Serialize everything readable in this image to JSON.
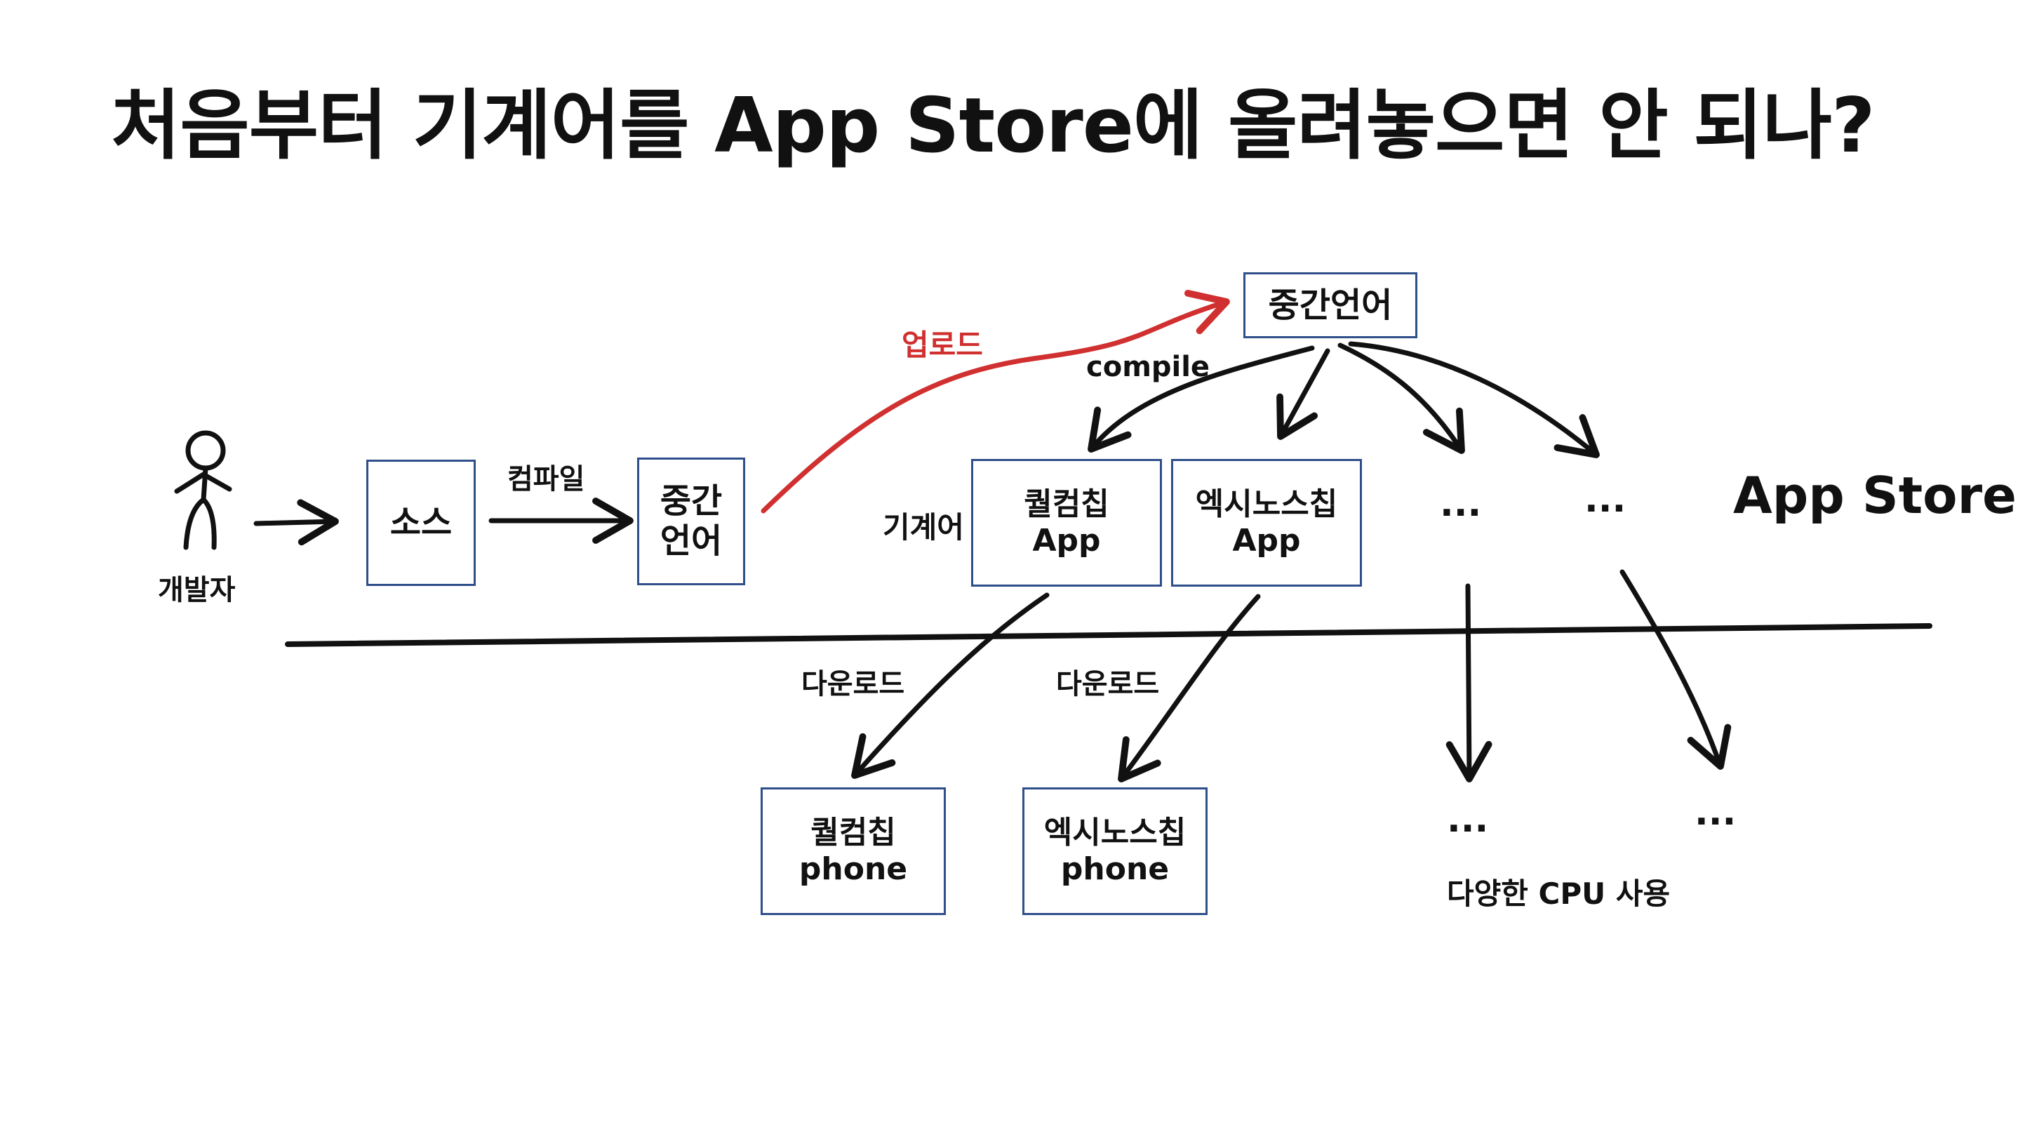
{
  "title": "처음부터 기계어를 App Store에 올려놓으면 안 되나?",
  "developer": {
    "label": "개발자"
  },
  "source_box": {
    "label": "소스"
  },
  "compile_label": "컴파일",
  "intermediate_box": {
    "line1": "중간",
    "line2": "언어"
  },
  "upload_label": "업로드",
  "store_intermediate_box": {
    "label": "중간언어"
  },
  "store_compile_label": "compile",
  "machine_code_label": "기계어",
  "app_boxes": [
    {
      "line1": "퀄컴칩",
      "line2": "App"
    },
    {
      "line1": "엑시노스칩",
      "line2": "App"
    }
  ],
  "ellipsis_top": [
    "...",
    "..."
  ],
  "app_store_label": "App Store",
  "download_labels": [
    "다운로드",
    "다운로드"
  ],
  "phone_boxes": [
    {
      "line1": "퀄컴칩",
      "line2": "phone"
    },
    {
      "line1": "엑시노스칩",
      "line2": "phone"
    }
  ],
  "ellipsis_bottom": [
    "...",
    "..."
  ],
  "various_cpu_label": "다양한 CPU 사용",
  "colors": {
    "box_border": "#2f4f8a",
    "upload_arrow": "#d03030",
    "ink": "#111111"
  }
}
